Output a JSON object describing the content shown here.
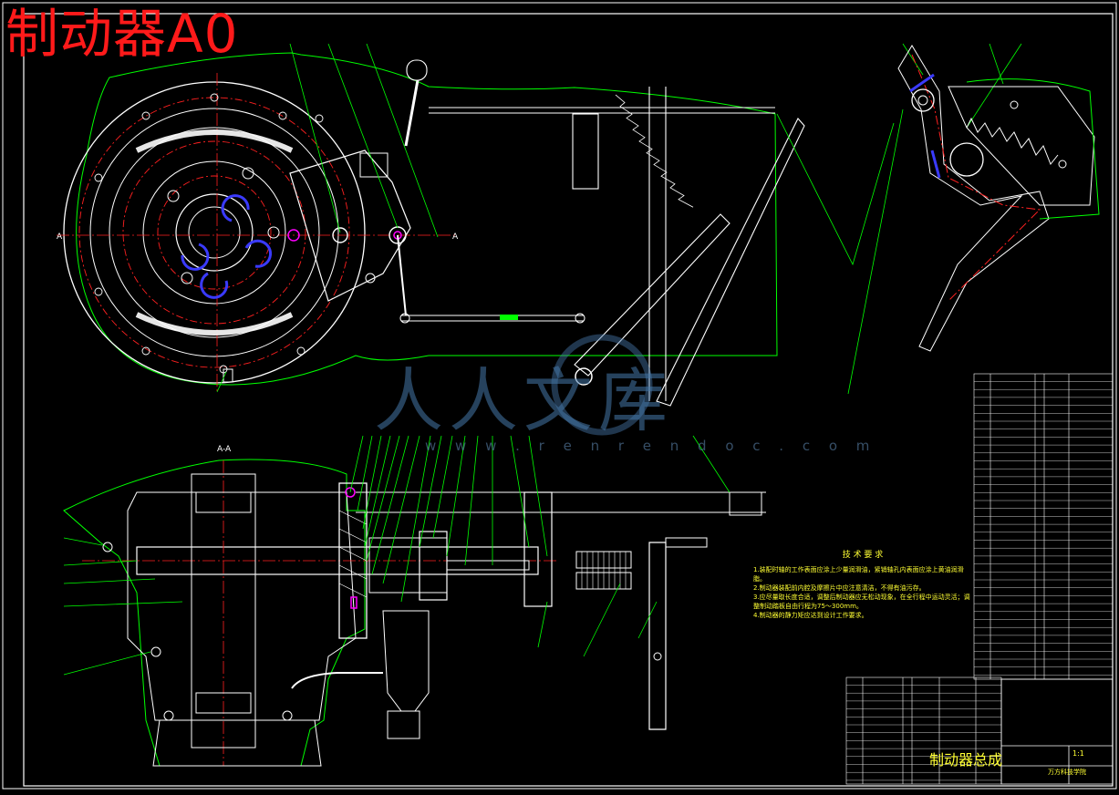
{
  "drawing": {
    "title": "制动器A0",
    "assembly_name": "制动器总成",
    "organization": "万方科技学院",
    "scale": "1:1",
    "section_label": "A-A",
    "view_marker": "A"
  },
  "watermark": {
    "text": "人人文库",
    "url": "w w w . r e n r e n d o c . c o m"
  },
  "technical_requirements": {
    "title": "技 术 要 求",
    "items": [
      "1.装配时轴的工作表面应涂上少量润滑油，紧销轴孔内表面应涂上黄油润滑脂。",
      "2.制动器装配前内腔及摩擦片中应注意清洁，不得有油污存。",
      "3.应尽量取长度合适，调整后制动器应无松动现象，在全行程中运动灵活；调整制动踏板自由行程为75～300mm。",
      "4.制动器的静力矩应达到设计工作要求。"
    ]
  },
  "colors": {
    "background": "#000000",
    "outline": "#ffffff",
    "contour": "#00ff00",
    "center_line": "#ff2020",
    "hatch": "#3a3aff",
    "highlight": "#ff00ff",
    "text": "#ffff33",
    "title": "#ff1a1a"
  }
}
